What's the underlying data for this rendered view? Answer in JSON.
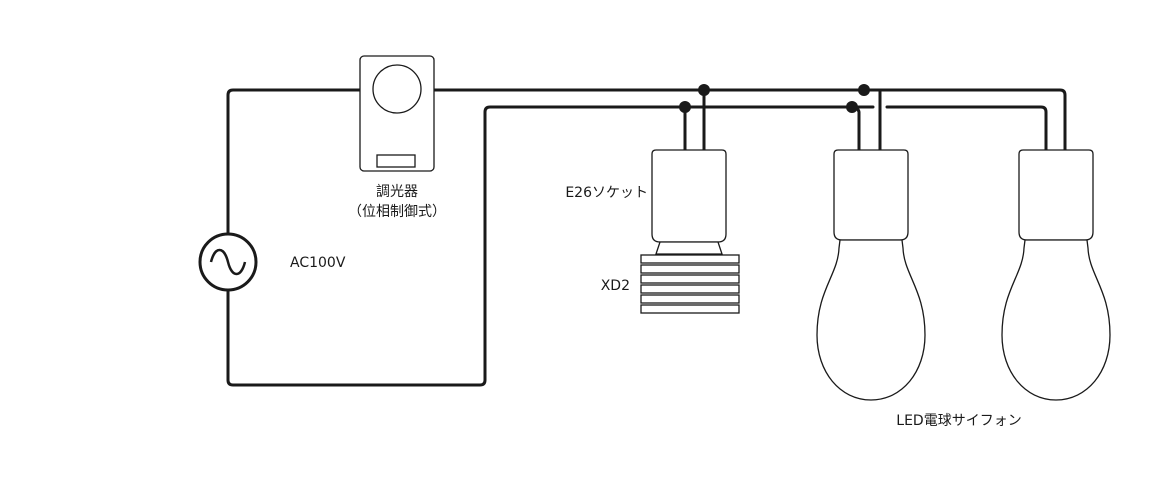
{
  "labels": {
    "dimmer": "調光器",
    "dimmer_type": "（位相制御式）",
    "source": "AC100V",
    "socket": "E26ソケット",
    "xd2": "XD2",
    "bulbs": "LED電球サイフォン"
  },
  "icons": {
    "source": "ac-sine-source-icon",
    "dimmer": "dimmer-switch-icon",
    "socket": "e26-socket-icon",
    "heatsink": "xd2-heatsink-icon",
    "bulb": "led-bulb-icon",
    "junction": "wire-junction-dot-icon"
  },
  "colors": {
    "line": "#1a1a1a",
    "background": "#ffffff"
  }
}
